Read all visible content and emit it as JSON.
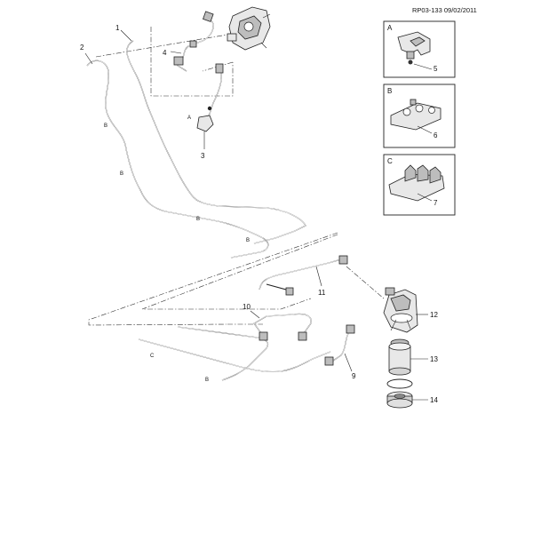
{
  "reference": "RP03-133 09/02/2011",
  "callouts": {
    "c1": "1",
    "c2": "2",
    "c3": "3",
    "c4": "4",
    "c5": "5",
    "c6": "6",
    "c7": "7",
    "c9": "9",
    "c10": "10",
    "c11": "11",
    "c12": "12",
    "c13": "13",
    "c14": "14"
  },
  "insets": {
    "a": "A",
    "b": "B",
    "c": "C"
  },
  "pipe_markers": {
    "a": "A",
    "b": "B",
    "c": "C"
  }
}
